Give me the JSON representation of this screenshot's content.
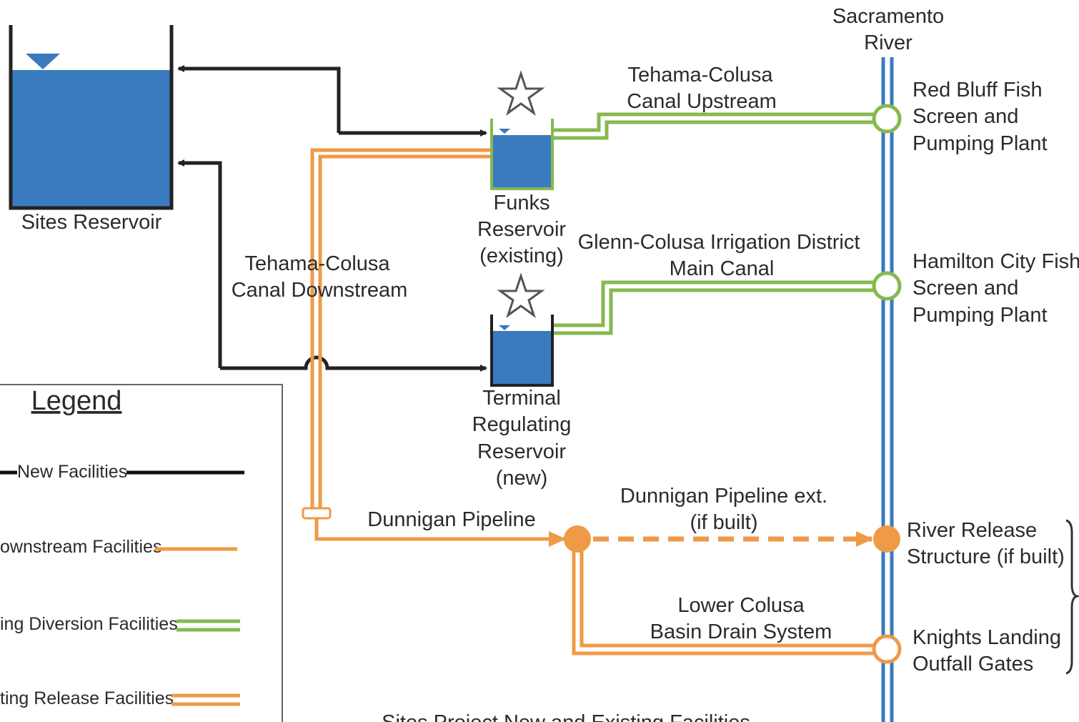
{
  "diagram": {
    "sacramento_river": [
      "Sacramento",
      "River"
    ],
    "sites_reservoir": "Sites Reservoir",
    "funks_reservoir": [
      "Funks",
      "Reservoir",
      "(existing)"
    ],
    "terminal_reservoir": [
      "Terminal",
      "Regulating",
      "Reservoir",
      "(new)"
    ],
    "tcc_upstream": [
      "Tehama-Colusa",
      "Canal Upstream"
    ],
    "tcc_downstream": [
      "Tehama-Colusa",
      "Canal Downstream"
    ],
    "gcid": [
      "Glenn-Colusa Irrigation District",
      "Main Canal"
    ],
    "red_bluff": [
      "Red Bluff Fish",
      "Screen and",
      "Pumping Plant"
    ],
    "hamilton_city": [
      "Hamilton City Fish",
      "Screen and",
      "Pumping Plant"
    ],
    "dunnigan_pipeline": "Dunnigan Pipeline",
    "dunnigan_ext": [
      "Dunnigan Pipeline ext.",
      "(if built)"
    ],
    "river_release": [
      "River Release",
      "Structure (if built)"
    ],
    "lower_colusa": [
      "Lower Colusa",
      "Basin Drain System"
    ],
    "knights_landing": [
      "Knights Landing",
      "Outfall Gates"
    ],
    "footer_title": "Sites Project New and Existing Facilities"
  },
  "legend": {
    "title": "Legend",
    "items": [
      {
        "label": "New Facilities",
        "style": "black"
      },
      {
        "label": "ownstream Facilities",
        "style": "orange"
      },
      {
        "label": "ing Diversion Facilities",
        "style": "green-double"
      },
      {
        "label": "ting Release Facilities",
        "style": "orange-double"
      }
    ]
  },
  "colors": {
    "reservoir_blue": "#3a7abf",
    "river_blue": "#3a7abf",
    "new_black": "#222222",
    "orange": "#ef9a46",
    "green": "#86b94f",
    "text": "#2b2b2b"
  }
}
